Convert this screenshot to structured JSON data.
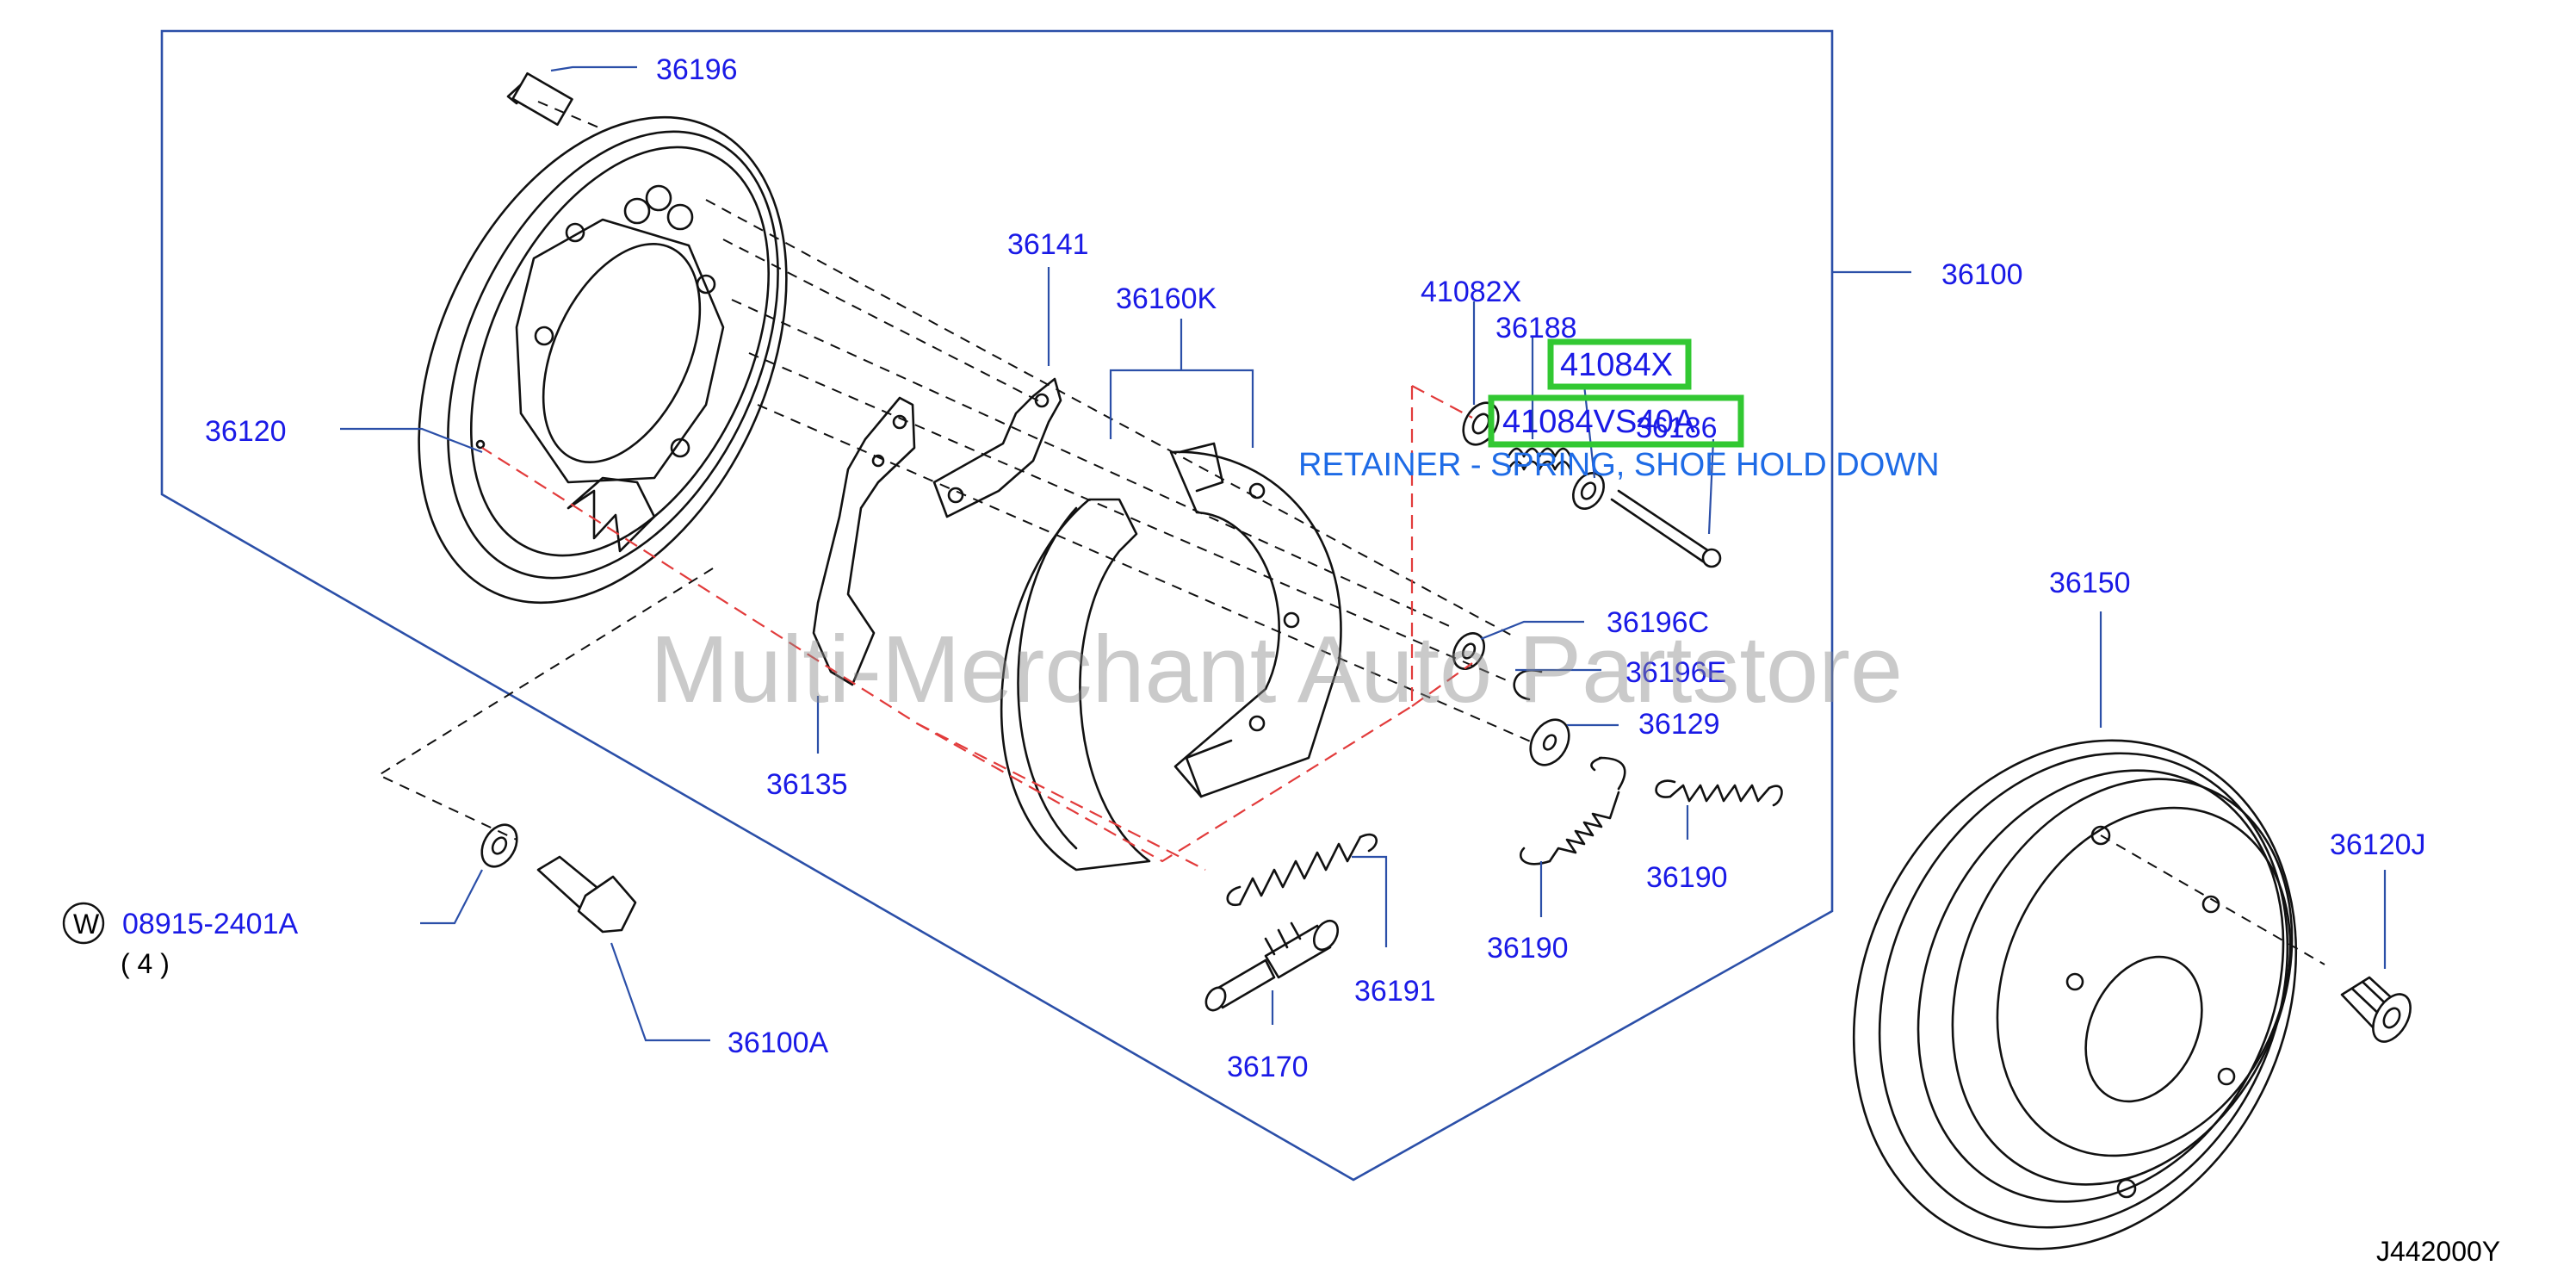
{
  "diagram_code": "J442000Y",
  "watermark": "Multi-Merchant Auto Partstore",
  "caption": "RETAINER - SPRING, SHOE HOLD DOWN",
  "highlight_color": "#32c832",
  "label_color": "#1a1ae6",
  "caption_color": "#1e6be6",
  "circle_marker": "W",
  "labels": {
    "p36196": "36196",
    "p36100": "36100",
    "p36120": "36120",
    "p36141": "36141",
    "p36160K": "36160K",
    "p41082X": "41082X",
    "p36188": "36188",
    "p41084X": "41084X",
    "p41084VS40A": "41084VS40A",
    "p36186": "36186",
    "p36196C": "36196C",
    "p36196E": "36196E",
    "p36129": "36129",
    "p36135": "36135",
    "p36190a": "36190",
    "p36190b": "36190",
    "p36191": "36191",
    "p36170": "36170",
    "p36150": "36150",
    "p36120J": "36120J",
    "p08915": "08915-2401A",
    "qty": "( 4 )",
    "p36100A": "36100A"
  },
  "highlighted_parts": [
    "41084X",
    "41084VS40A"
  ]
}
